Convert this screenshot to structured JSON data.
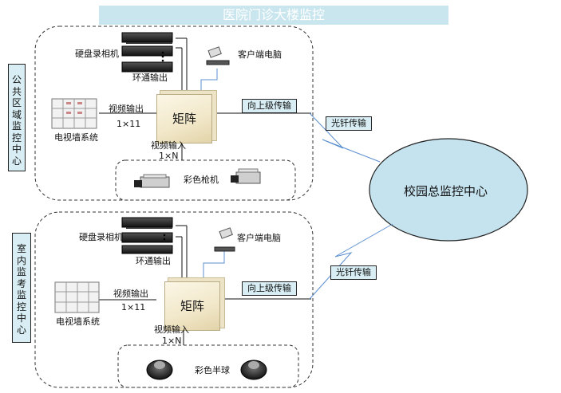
{
  "title": "医院门诊大楼监控",
  "center": {
    "label": "校园总监控中心"
  },
  "sections": [
    {
      "side_label": [
        "公",
        "共",
        "区",
        "域",
        "监",
        "控",
        "中",
        "心"
      ],
      "dvr_label": "硬盘录相机",
      "loop_label": "环通输出",
      "client_label": "客户端电脑",
      "video_wall_label": "电视墙系统",
      "video_out_label": "视频输出",
      "video_out_ratio": "1×11",
      "matrix_label": "矩阵",
      "uplink_label": "向上级传输",
      "video_in_label": "视频输入",
      "video_in_ratio": "1×N",
      "camera_label": "彩色枪机",
      "fiber_label": "光钎传输"
    },
    {
      "side_label": [
        "室",
        "内",
        "监",
        "考",
        "监",
        "控",
        "中",
        "心"
      ],
      "dvr_label": "硬盘录相机",
      "loop_label": "环通输出",
      "client_label": "客户端电脑",
      "video_wall_label": "电视墙系统",
      "video_out_label": "视频输出",
      "video_out_ratio": "1×11",
      "matrix_label": "矩阵",
      "uplink_label": "向上级传输",
      "video_in_label": "视频输入",
      "video_in_ratio": "1×N",
      "camera_label": "彩色半球",
      "fiber_label": "光钎传输"
    }
  ],
  "colors": {
    "title_bg": "#c9e6ee",
    "label_bg": "#d8eef4",
    "center_fill": "#c5e3ef",
    "line": "#111111"
  }
}
